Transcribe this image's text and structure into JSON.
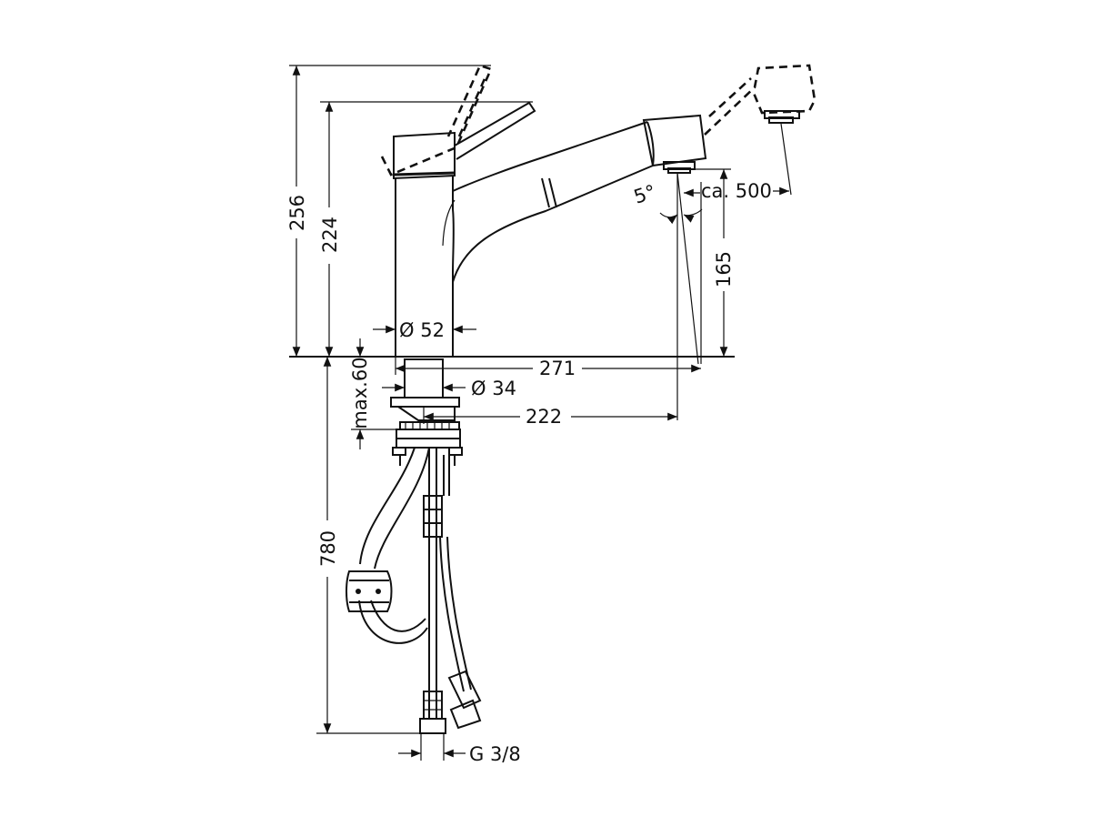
{
  "drawing": {
    "line_color": "#111111",
    "background": "#ffffff",
    "dimensions": {
      "height_total": "256",
      "height_spout": "224",
      "body_diameter": "Ø 52",
      "spray_height": "165",
      "pullout_length": "ca. 500",
      "spray_angle": "5°",
      "reach_outer": "271",
      "shank_diameter": "Ø 34",
      "reach_inner": "222",
      "max_counter_thickness": "max.60",
      "hose_length": "780",
      "connection_thread": "G 3/8"
    }
  }
}
